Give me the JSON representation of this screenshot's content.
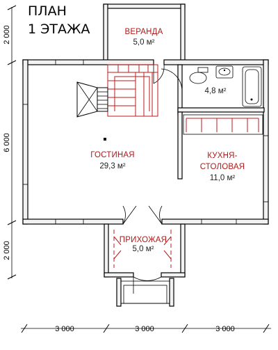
{
  "title": {
    "line1": "ПЛАН",
    "line2": "1 ЭТАЖА"
  },
  "rooms": {
    "veranda": {
      "name": "ВЕРАНДА",
      "area": "5,0 м²"
    },
    "bathroom": {
      "area": "4,8 м²"
    },
    "living": {
      "name": "ГОСТИНАЯ",
      "area": "29,3 м²"
    },
    "kitchen": {
      "name_line1": "КУХНЯ-",
      "name_line2": "СТОЛОВАЯ",
      "area": "11,0 м²"
    },
    "hall": {
      "name": "ПРИХОЖАЯ",
      "area": "5,0 м²"
    }
  },
  "dimensions": {
    "left": [
      "2 000",
      "6 000",
      "2 000"
    ],
    "bottom": [
      "3 000",
      "3 000",
      "3 000"
    ]
  },
  "colors": {
    "labels": "#b01818",
    "stairs": "#c01818",
    "walls": "#000000"
  }
}
